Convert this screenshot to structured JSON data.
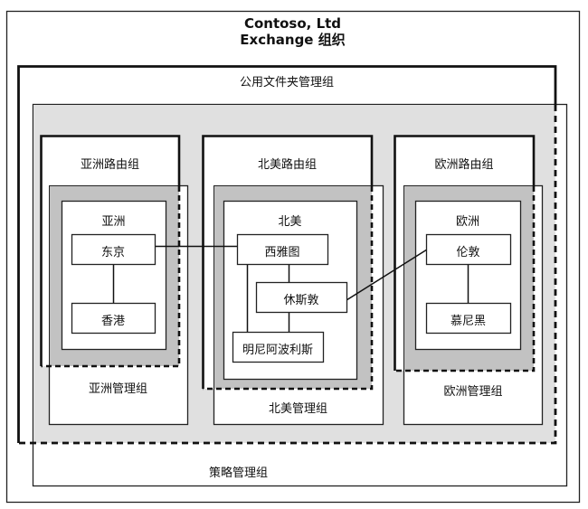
{
  "organization": {
    "company": "Contoso, Ltd",
    "subtitle": "Exchange 组织"
  },
  "policy_admin_group": {
    "label": "策略管理组"
  },
  "public_folder_admin_group": {
    "label": "公用文件夹管理组"
  },
  "routing_groups": [
    {
      "label": "亚洲路由组"
    },
    {
      "label": "北美路由组"
    },
    {
      "label": "欧洲路由组"
    }
  ],
  "admin_groups": [
    {
      "label": "亚洲管理组"
    },
    {
      "label": "北美管理组"
    },
    {
      "label": "欧洲管理组"
    }
  ],
  "regions": [
    {
      "label": "亚洲",
      "sites": [
        "东京",
        "香港"
      ]
    },
    {
      "label": "北美",
      "sites": [
        "西雅图",
        "休斯敦",
        "明尼阿波利斯"
      ]
    },
    {
      "label": "欧洲",
      "sites": [
        "伦敦",
        "慕尼黑"
      ]
    }
  ],
  "connections": [
    [
      "东京",
      "西雅图"
    ],
    [
      "东京",
      "香港"
    ],
    [
      "西雅图",
      "休斯敦"
    ],
    [
      "西雅图",
      "明尼阿波利斯"
    ],
    [
      "休斯敦",
      "伦敦"
    ],
    [
      "伦敦",
      "慕尼黑"
    ]
  ],
  "colors": {
    "policy_fill": "#e0e0e0",
    "routing_inner_fill": "#c2c2c2",
    "box_fill": "#ffffff",
    "stroke": "#111111"
  }
}
